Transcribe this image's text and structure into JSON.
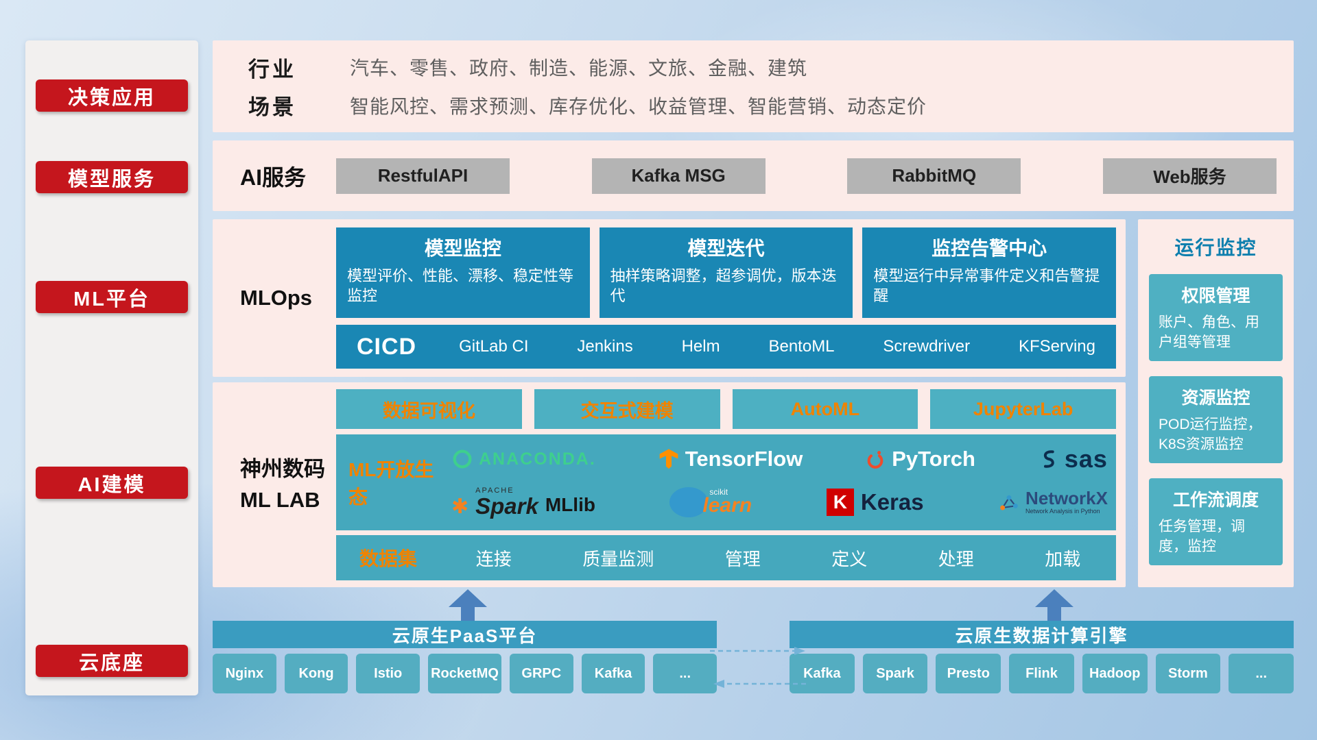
{
  "colors": {
    "accent_red": "#c5161d",
    "teal_dark": "#1a87b4",
    "teal_mid": "#3a9cc0",
    "teal_light": "#4fb0c2",
    "panel_pink": "#fcebe8",
    "orange_accent": "#f08300",
    "gray_button": "#b4b4b4",
    "arrow_blue": "#4b80bd"
  },
  "sidebar": {
    "items": [
      {
        "label": "决策应用"
      },
      {
        "label": "模型服务"
      },
      {
        "label": "ML平台"
      },
      {
        "label": "AI建模"
      },
      {
        "label": "云底座"
      }
    ]
  },
  "industry": {
    "rows": [
      {
        "label": "行业",
        "value": "汽车、零售、政府、制造、能源、文旅、金融、建筑"
      },
      {
        "label": "场景",
        "value": "智能风控、需求预测、库存优化、收益管理、智能营销、动态定价"
      }
    ]
  },
  "ai_service": {
    "label": "AI服务",
    "buttons": [
      "RestfulAPI",
      "Kafka MSG",
      "RabbitMQ",
      "Web服务"
    ]
  },
  "mlops": {
    "label": "MLOps",
    "cards": [
      {
        "title": "模型监控",
        "desc": "模型评价、性能、漂移、稳定性等监控"
      },
      {
        "title": "模型迭代",
        "desc": "抽样策略调整，超参调优，版本迭代"
      },
      {
        "title": "监控告警中心",
        "desc": "模型运行中异常事件定义和告警提醒"
      }
    ],
    "cicd": {
      "title": "CICD",
      "items": [
        "GitLab CI",
        "Jenkins",
        "Helm",
        "BentoML",
        "Screwdriver",
        "KFServing"
      ]
    }
  },
  "ml_lab": {
    "label_line1": "神州数码",
    "label_line2": "ML LAB",
    "top_buttons": [
      "数据可视化",
      "交互式建模",
      "AutoML",
      "JupyterLab"
    ],
    "ecosystem": {
      "title": "ML开放生态",
      "logos": {
        "anaconda": "ANACONDA.",
        "tensorflow": "TensorFlow",
        "pytorch": "PyTorch",
        "sas": "sas",
        "spark_small": "APACHE",
        "spark": "Spark",
        "mllib": "MLlib",
        "scikit_small": "scikit",
        "scikit": "learn",
        "keras_k": "K",
        "keras": "Keras",
        "networkx": "NetworkX",
        "networkx_sub": "Network Analysis in Python"
      }
    },
    "dataset": {
      "title": "数据集",
      "items": [
        "连接",
        "质量监测",
        "管理",
        "定义",
        "处理",
        "加载"
      ]
    }
  },
  "monitor": {
    "title": "运行监控",
    "cards": [
      {
        "title": "权限管理",
        "desc": "账户、角色、用户组等管理"
      },
      {
        "title": "资源监控",
        "desc": "POD运行监控，K8S资源监控"
      },
      {
        "title": "工作流调度",
        "desc": "任务管理，调度，监控"
      }
    ]
  },
  "cloud_base": {
    "paas": {
      "title": "云原生PaaS平台",
      "items": [
        "Nginx",
        "Kong",
        "Istio",
        "RocketMQ",
        "GRPC",
        "Kafka",
        "..."
      ]
    },
    "data_engine": {
      "title": "云原生数据计算引擎",
      "items": [
        "Kafka",
        "Spark",
        "Presto",
        "Flink",
        "Hadoop",
        "Storm",
        "..."
      ]
    }
  }
}
